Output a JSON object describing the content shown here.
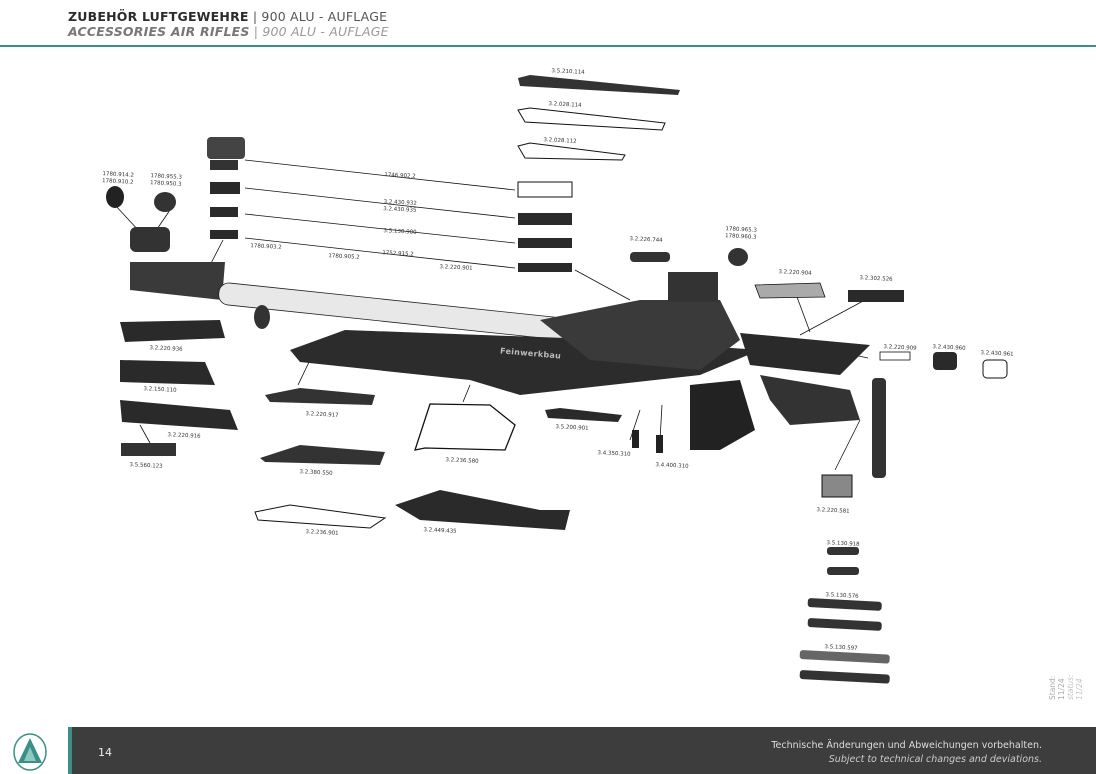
{
  "header": {
    "title_de_bold": "ZUBEHÖR LUFTGEWEHRE",
    "title_de_thin": "| 900 ALU - AUFLAGE",
    "title_en_bold": "ACCESSORIES AIR RIFLES",
    "title_en_thin": "| 900 ALU - AUFLAGE"
  },
  "parts": [
    {
      "id": "p1",
      "label": "3.5.210.114"
    },
    {
      "id": "p2",
      "label": "3.2.028.114"
    },
    {
      "id": "p3",
      "label": "3.2.028.112"
    },
    {
      "id": "p4",
      "label": "1746.902.2"
    },
    {
      "id": "p5",
      "label": "3.2.430.932\n3.2.430.935"
    },
    {
      "id": "p6",
      "label": "3.5.130.900"
    },
    {
      "id": "p7",
      "label": "1752.915.2"
    },
    {
      "id": "p8",
      "label": "1780.914.2\n1780.910.2"
    },
    {
      "id": "p9",
      "label": "1780.955.3\n1780.950.3"
    },
    {
      "id": "p10",
      "label": "1780.903.2"
    },
    {
      "id": "p11",
      "label": "1780.905.2"
    },
    {
      "id": "p12",
      "label": "3.2.220.901"
    },
    {
      "id": "p13",
      "label": "3.2.226.744"
    },
    {
      "id": "p14",
      "label": "1780.965.3\n1780.960.3"
    },
    {
      "id": "p15",
      "label": "3.2.220.904"
    },
    {
      "id": "p16",
      "label": "3.2.302.526"
    },
    {
      "id": "p17",
      "label": "3.2.220.909"
    },
    {
      "id": "p18",
      "label": "3.2.430.960"
    },
    {
      "id": "p19",
      "label": "3.2.430.961"
    },
    {
      "id": "p20",
      "label": "3.2.220.936"
    },
    {
      "id": "p21",
      "label": "3.2.150.110"
    },
    {
      "id": "p22",
      "label": "3.2.220.916"
    },
    {
      "id": "p23",
      "label": "3.5.560.123"
    },
    {
      "id": "p24",
      "label": "3.2.220.917"
    },
    {
      "id": "p25",
      "label": "3.2.380.550"
    },
    {
      "id": "p26",
      "label": "3.2.236.901"
    },
    {
      "id": "p27",
      "label": "3.2.449.435"
    },
    {
      "id": "p28",
      "label": "3.2.236.580"
    },
    {
      "id": "p29",
      "label": "3.5.200.901"
    },
    {
      "id": "p30",
      "label": "3.4.350.310"
    },
    {
      "id": "p31",
      "label": "3.4.400.310"
    },
    {
      "id": "p32",
      "label": "3.2.220.581"
    },
    {
      "id": "p33",
      "label": "3.5.130.918"
    },
    {
      "id": "p34",
      "label": "3.5.130.576"
    },
    {
      "id": "p35",
      "label": "3.5.130.597"
    }
  ],
  "brand_text": "Feinwerkbau",
  "status": {
    "de": "Stand: 11/24",
    "en": "status: 11/24"
  },
  "footer": {
    "page_number": "14",
    "note_de": "Technische Änderungen und Abweichungen vorbehalten.",
    "note_en": "Subject to technical changes and deviations."
  },
  "colors": {
    "accent": "#3c8f86",
    "footer_bg": "#3d3d3d",
    "part_dark": "#2a2a2a"
  }
}
